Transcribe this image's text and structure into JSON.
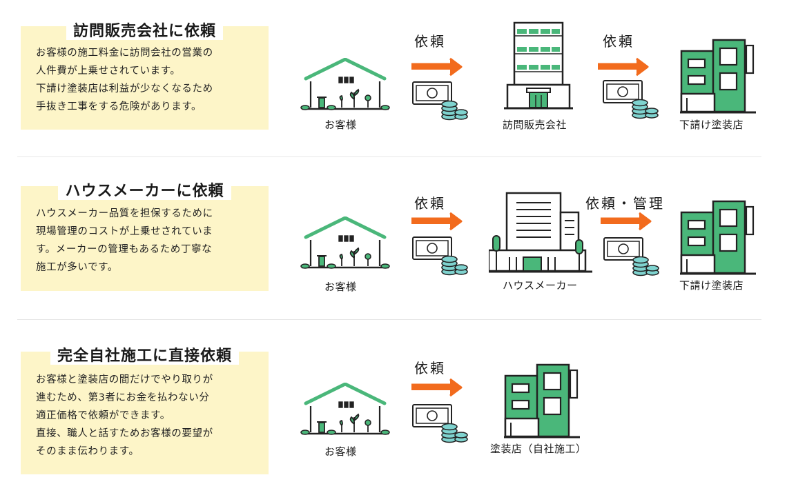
{
  "rows": [
    {
      "heading": "訪問販売会社に依頼",
      "description": [
        "お客様の施工料金に訪問会社の営業の",
        "人件費が上乗せされています。",
        "下請け塗装店は利益が少なくなるため",
        "手抜き工事をする危険があります。"
      ],
      "customer_label": "お客様",
      "arrow1_label": "依頼",
      "middle_label": "訪問販売会社",
      "arrow2_label": "依頼",
      "end_label": "下請け塗装店"
    },
    {
      "heading": "ハウスメーカーに依頼",
      "description": [
        "ハウスメーカー品質を担保するために",
        "現場管理のコストが上乗せされていま",
        "す。メーカーの管理もあるため丁寧な",
        "施工が多いです。"
      ],
      "customer_label": "お客様",
      "arrow1_label": "依頼",
      "middle_label": "ハウスメーカー",
      "arrow2_label": "依頼・管理",
      "end_label": "下請け塗装店"
    },
    {
      "heading": "完全自社施工に直接依頼",
      "description": [
        "お客様と塗装店の間だけでやり取りが",
        "進むため、第3者にお金を払わない分",
        "適正価格で依頼ができます。",
        "直接、職人と話すためお客様の要望が",
        "そのまま伝わります。"
      ],
      "customer_label": "お客様",
      "arrow1_label": "依頼",
      "end_label": "塗装店（自社施工）"
    }
  ],
  "colors": {
    "green": "#4ab77a",
    "orange": "#f26b1d",
    "teal": "#7fd3cf",
    "note_bg": "#fdf5c8",
    "outline": "#222222"
  },
  "icons": [
    "house-icon",
    "arrow-right-icon",
    "money-coins-icon",
    "office-building-icon",
    "house-maker-building-icon",
    "paint-shop-icon"
  ]
}
